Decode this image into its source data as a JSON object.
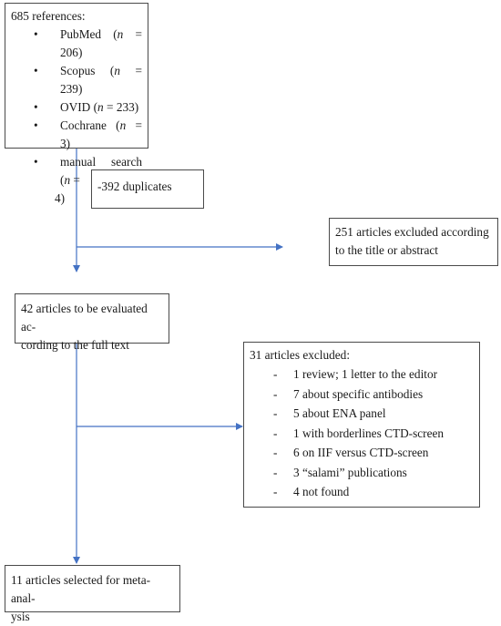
{
  "colors": {
    "arrow": "#4472c4",
    "border": "#4a4a4a",
    "text": "#1a1a1a"
  },
  "boxes": {
    "references": {
      "heading": "685 references:",
      "items": [
        {
          "name": "PubMed",
          "n": "206"
        },
        {
          "name": "Scopus",
          "n": "239"
        },
        {
          "name": "OVID",
          "n": "233"
        },
        {
          "name": "Cochrane",
          "n": "3"
        }
      ],
      "manual_line1": "manual search (",
      "manual_n": "n",
      "manual_line1_end": " =",
      "manual_line2": "4)"
    },
    "duplicates": {
      "text": "-392 duplicates"
    },
    "excluded_title": {
      "line1": "251 articles excluded according",
      "line2": "to the title or abstract"
    },
    "full_text": {
      "line1": "42 articles to be evaluated ac-",
      "line2": "cording to the full text"
    },
    "excluded_31": {
      "heading": "31 articles excluded:",
      "items": [
        "1 review; 1 letter to the editor",
        "7 about specific antibodies",
        "5 about ENA panel",
        "1 with borderlines CTD-screen",
        "6 on IIF versus CTD-screen",
        "3 “salami” publications",
        "4 not found"
      ]
    },
    "selected": {
      "line1": "11 articles selected for meta-anal-",
      "line2": "ysis"
    }
  }
}
